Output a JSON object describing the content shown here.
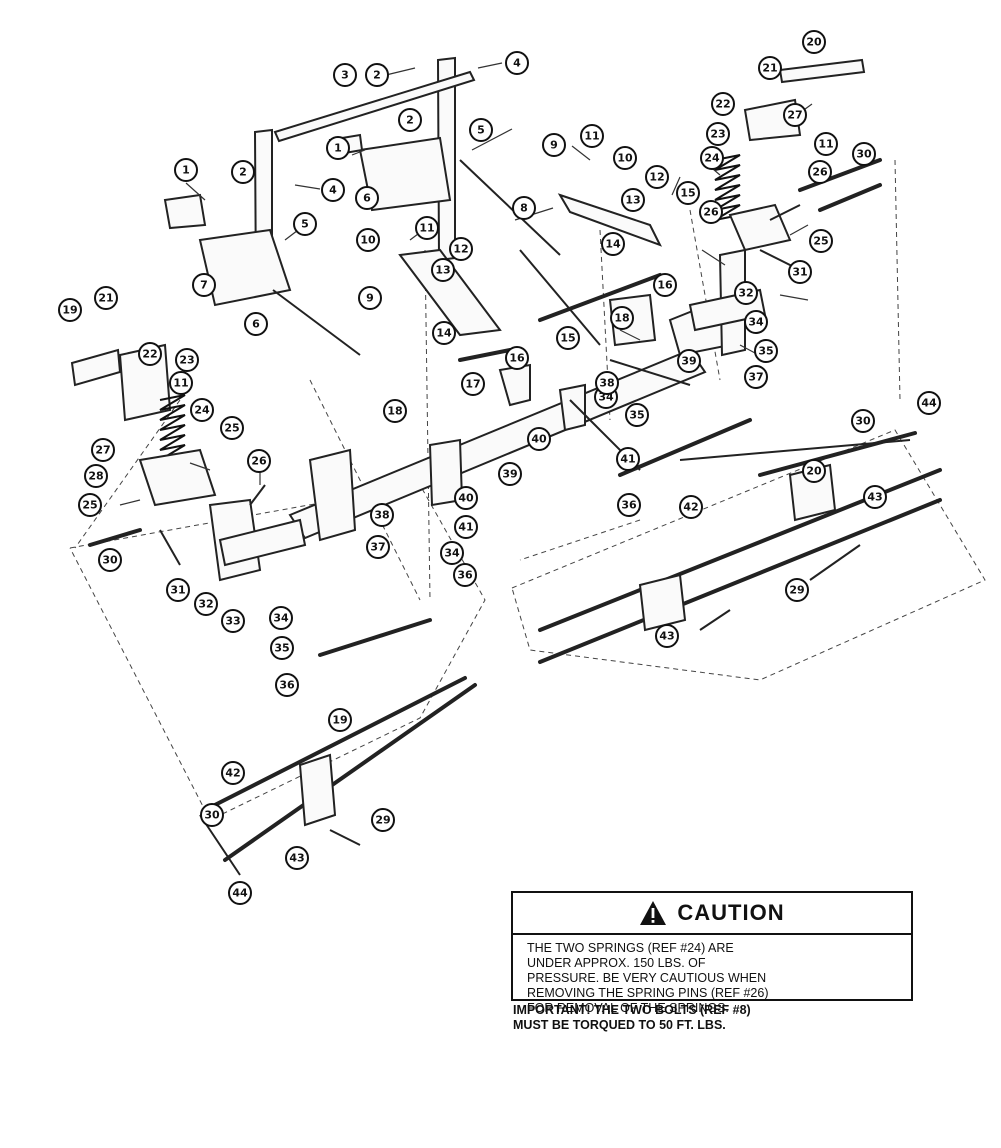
{
  "callouts": [
    "1",
    "2",
    "3",
    "4",
    "5",
    "6",
    "7",
    "8",
    "9",
    "10",
    "11",
    "12",
    "13",
    "14",
    "15",
    "16",
    "17",
    "18",
    "19",
    "20",
    "21",
    "22",
    "23",
    "24",
    "25",
    "26",
    "27",
    "28",
    "29",
    "30",
    "31",
    "32",
    "33",
    "34",
    "35",
    "36",
    "37",
    "38",
    "39",
    "40",
    "41",
    "42",
    "43",
    "44"
  ],
  "caution": {
    "title": "CAUTION",
    "icon": "warning-triangle-icon",
    "lines": [
      "THE TWO SPRINGS (REF #24) ARE",
      "UNDER APPROX. 150 LBS. OF",
      "PRESSURE. BE VERY CAUTIOUS WHEN",
      "REMOVING THE SPRING PINS (REF #26)",
      "FOR REMOVAL OF THE SPRINGS."
    ]
  },
  "important": {
    "lines": [
      "IMPORTANT! THE TWO BOLTS (REF #8)",
      "MUST BE TORQUED TO 50 FT. LBS."
    ]
  }
}
